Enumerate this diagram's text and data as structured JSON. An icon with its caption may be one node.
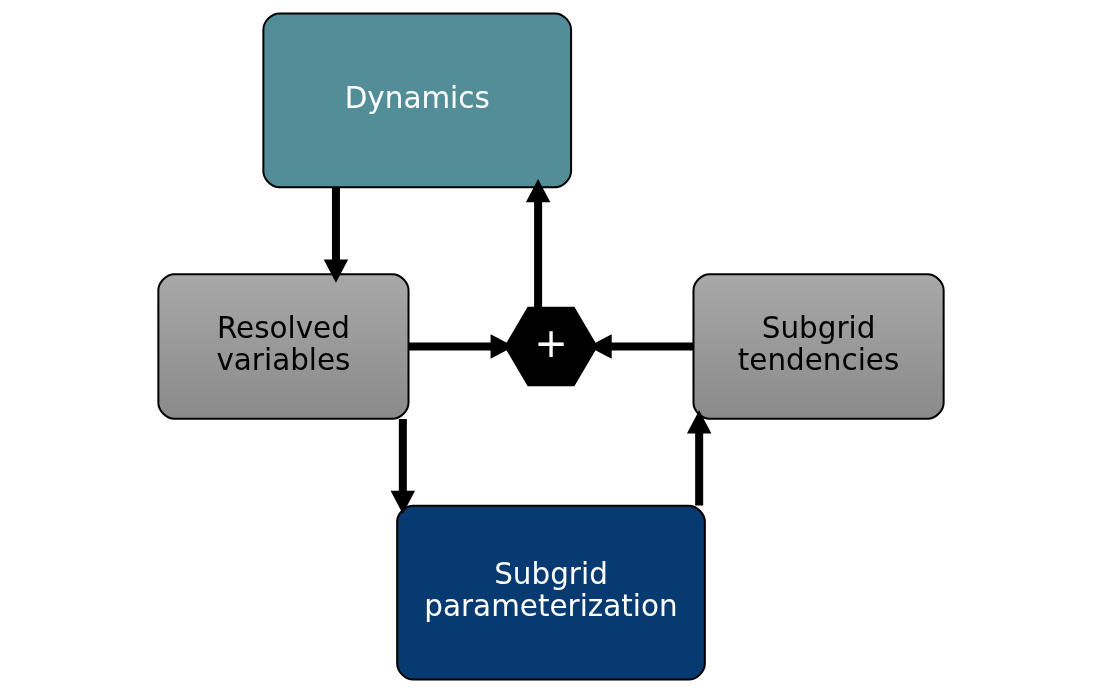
{
  "diagram": {
    "nodes": [
      {
        "text": [
          "Dynamics"
        ]
      },
      {
        "text": [
          "Resolved variables"
        ]
      },
      {
        "text": [
          "+"
        ]
      },
      {
        "text": [
          "Subgrid tendencies"
        ]
      },
      {
        "text": [
          "Subgrid parameterization"
        ]
      }
    ],
    "edges": [
      {
        "from": 0,
        "to": 1,
        "arrow": "to"
      },
      {
        "from": 1,
        "to": 2,
        "arrow": "to"
      },
      {
        "from": 3,
        "to": 2,
        "arrow": "to"
      },
      {
        "from": 2,
        "to": 0,
        "arrow": "to"
      },
      {
        "from": 1,
        "to": 4,
        "arrow": "to"
      },
      {
        "from": 4,
        "to": 3,
        "arrow": "to"
      }
    ]
  }
}
